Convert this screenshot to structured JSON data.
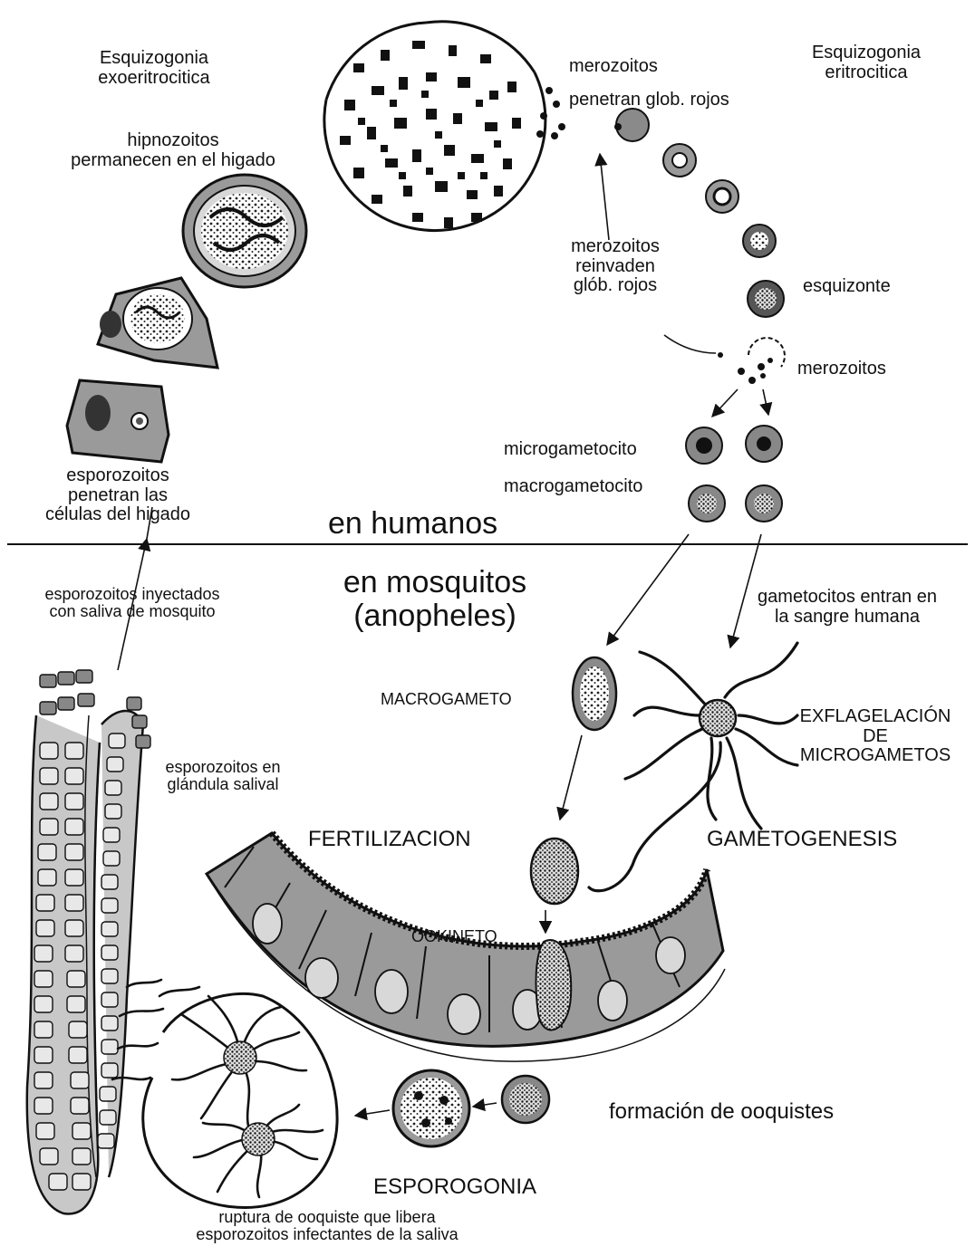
{
  "labels": {
    "esquizogonia_exo": "Esquizogonia\nexoeritrocitica",
    "esquizogonia_eri": "Esquizogonia\neritrocitica",
    "hipnozoitos": "hipnozoitos\npermanecen en el higado",
    "merozoitos_top": "merozoitos",
    "penetran_glob": "penetran glob. rojos",
    "merozoitos_reinvaden": "merozoitos\nreinvaden\nglób. rojos",
    "esquizonte": "esquizonte",
    "merozoitos_mid": "merozoitos",
    "microgametocito": "microgametocito",
    "macrogametocito": "macrogametocito",
    "esporozoitos_penetran": "esporozoitos\npenetran las\ncélulas del higado",
    "en_humanos": "en humanos",
    "en_mosquitos": "en mosquitos\n(anopheles)",
    "esporozoitos_inyectados": "esporozoitos inyectados\ncon saliva de mosquito",
    "gametocitos_entran": "gametocitos entran en\nla sangre humana",
    "macrogameto": "MACROGAMETO",
    "exflagelacion": "EXFLAGELACIÓN\nDE\nMICROGAMETOS",
    "esporozoitos_glandula": "esporozoitos en\nglándula salival",
    "fertilizacion": "FERTILIZACION",
    "gametogenesis": "GAMETOGENESIS",
    "ookineto": "OOKINETO",
    "formacion_ooquistes": "formación de ooquistes",
    "esporogonia": "ESPOROGONIA",
    "ruptura": "ruptura de ooquiste que libera\nesporozoitos infectantes de la saliva"
  },
  "colors": {
    "ink": "#111111",
    "cell_gray": "#9a9a9a",
    "dark_gray": "#4a4a4a",
    "light_gray": "#c8c8c8",
    "background": "#ffffff"
  }
}
